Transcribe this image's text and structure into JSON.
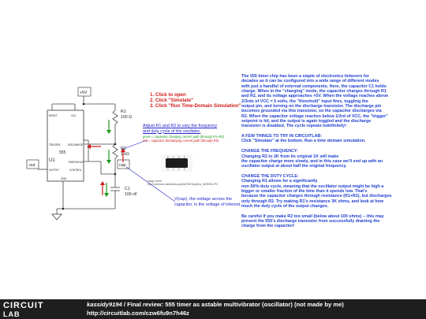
{
  "schematic": {
    "supply_label": "+5V",
    "r1_name": "R1",
    "r1_value": "100 Ω",
    "r2_name": "R2",
    "r2_value": "1 kΩ",
    "c1_name": "C1",
    "c1_value": "100 nF",
    "out_label": "out",
    "cap_label": "cap",
    "ic_name": "U1",
    "ic_part": "555",
    "pin_reset": "RESET",
    "pin_vcc": "VCC",
    "pin_trigger": "TRIGGER",
    "pin_discharge": "DISCHARGE",
    "pin_threshold": "THRESHOLD",
    "pin_output": "OUTPUT",
    "pin_gnd": "GND",
    "pin_control": "CONTROL"
  },
  "steps": [
    "1. Click to open",
    "2. Click \"Simulate\"",
    "3. Click \"Run Time-Domain Simulation\""
  ],
  "adjust_note": {
    "line1": "Adjust R1 and R2 to vary the frequency",
    "line2": "and duty cycle of the oscillator.",
    "green": "green = capacitor charging current path (through R1+R2)",
    "red": "red = capacitor discharging current path (through R2)"
  },
  "image_credit": {
    "line1": "Image credit:",
    "line2": "http://commons.wikimedia.org/wiki/File:Signetics_NE555N.JPG"
  },
  "vcap_note": {
    "line1": "V(cap), the voltage across the",
    "line2": "capacitor, is the voltage of interest."
  },
  "explanation": {
    "para1": [
      "The 555 timer chip has been a staple of electronics tinkerers for",
      "decades as it can be configured into a wide range of different modes",
      "with just a handful of external components. Here, the capacitor C1 holds",
      "charge. When in the \"charging\" mode, the capacitor charges through R1",
      "and R2, and its voltage approaches +5V. When the voltage reaches above",
      "2/3rds of VCC = 5 volts, the \"threshold\" input fires, toggling the",
      "output pin, and turning on the discharge transistor. The discharge pin",
      "becomes grounded via this transistor, so the capacitor discharges via",
      "R2. When the capacitor voltage reaches below 1/3rd of VCC, the \"trigger\"",
      "setpoint is hit, and the output is again toggled and the discharge",
      "transistor is disabled. The cycle repeats indefinitely!"
    ],
    "para2": [
      "A FEW THINGS TO TRY IN CIRCUITLAB:",
      "Click \"Simulate\" at the bottom. Run a time domain simulation."
    ],
    "para3": [
      "CHANGE THE FREQUENCY:",
      "Changing R2 to 2K from its original 1K will make",
      "the capacitor charge more slowly, and in this case we'll end up with an",
      "oscillator output at about half the original frequency."
    ],
    "para4": [
      "CHANGE THE DUTY CYCLE:",
      "Changing R1 allows for a significantly",
      "non-50%-duty cycle, meaning that the oscillator output might be high a",
      "bigger or smaller fraction of the time than it spends low. That's",
      "because the capacitor charges through resistance (R1+R2), but discharges",
      "only through R2. Try making R1's resistance 3K ohms, and look at how",
      "much the duty cycle of the output changes."
    ],
    "para5": [
      "Be careful if you make R2 too small (below about 100 ohms) -- this may",
      "prevent the 555's discharge transistor from successfully draining the",
      "charge from the capacitor!"
    ]
  },
  "footer": {
    "logo_line1": "CIRCUIT",
    "logo_line2": "LAB",
    "username": "kassidy9194",
    "separator": " / ",
    "title": "Final review: 555 timer as astable multivibrator (oscillator) (not made by me)",
    "url": "http://circuitlab.com/czw6fu9n7h46z"
  },
  "colors": {
    "text_blue": "#1f3fd0",
    "steps_red": "#d11a1a",
    "arrow_green": "#1a9a1a",
    "arrow_red": "#d11a1a",
    "footer_bg": "#1e1e1e"
  }
}
